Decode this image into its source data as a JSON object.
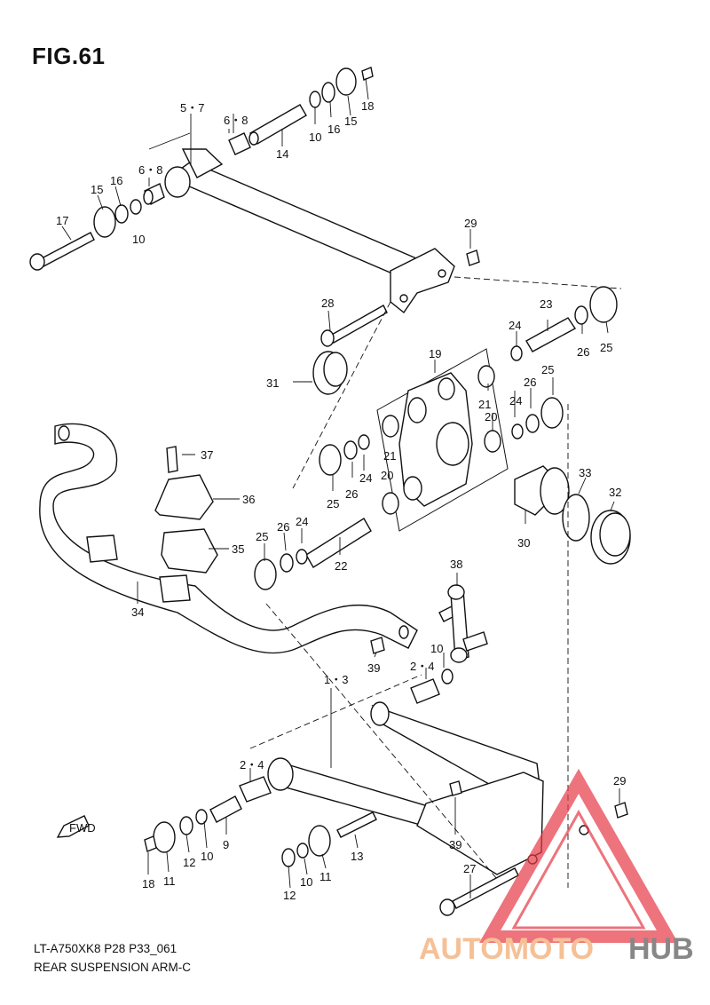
{
  "figure": {
    "title": "FIG.61",
    "code": "LT-A750XK8 P28 P33_061",
    "caption": "REAR SUSPENSION ARM-C"
  },
  "direction_marker": {
    "text": "FWD"
  },
  "watermark": {
    "text_a": "AUTOMOTO",
    "text_b": "HUB"
  },
  "callouts": [
    {
      "text": "5・7"
    },
    {
      "text": "6・8"
    },
    {
      "text": "6・8"
    },
    {
      "text": "16"
    },
    {
      "text": "15"
    },
    {
      "text": "17"
    },
    {
      "text": "10"
    },
    {
      "text": "14"
    },
    {
      "text": "10"
    },
    {
      "text": "16"
    },
    {
      "text": "15"
    },
    {
      "text": "18"
    },
    {
      "text": "29"
    },
    {
      "text": "28"
    },
    {
      "text": "23"
    },
    {
      "text": "24"
    },
    {
      "text": "26"
    },
    {
      "text": "25"
    },
    {
      "text": "31"
    },
    {
      "text": "19"
    },
    {
      "text": "21"
    },
    {
      "text": "24"
    },
    {
      "text": "26"
    },
    {
      "text": "25"
    },
    {
      "text": "20"
    },
    {
      "text": "21"
    },
    {
      "text": "24"
    },
    {
      "text": "26"
    },
    {
      "text": "25"
    },
    {
      "text": "20"
    },
    {
      "text": "33"
    },
    {
      "text": "32"
    },
    {
      "text": "30"
    },
    {
      "text": "37"
    },
    {
      "text": "36"
    },
    {
      "text": "35"
    },
    {
      "text": "25"
    },
    {
      "text": "26"
    },
    {
      "text": "24"
    },
    {
      "text": "22"
    },
    {
      "text": "34"
    },
    {
      "text": "38"
    },
    {
      "text": "10"
    },
    {
      "text": "39"
    },
    {
      "text": "2・4"
    },
    {
      "text": "1・3"
    },
    {
      "text": "2・4"
    },
    {
      "text": "9"
    },
    {
      "text": "10"
    },
    {
      "text": "12"
    },
    {
      "text": "11"
    },
    {
      "text": "18"
    },
    {
      "text": "13"
    },
    {
      "text": "12"
    },
    {
      "text": "10"
    },
    {
      "text": "11"
    },
    {
      "text": "39"
    },
    {
      "text": "27"
    },
    {
      "text": "29"
    }
  ]
}
